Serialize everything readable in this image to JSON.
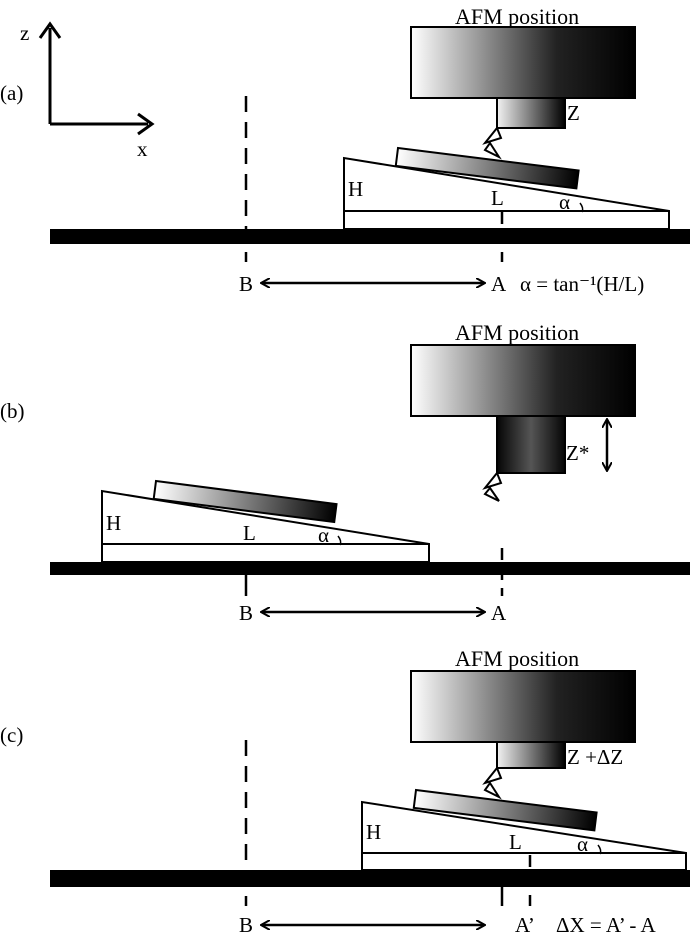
{
  "axes": {
    "z_label": "z",
    "x_label": "x"
  },
  "panel_a": {
    "tag": "(a)",
    "afm_title": "AFM position",
    "z_label": "Z",
    "h_label": "H",
    "l_label": "L",
    "alpha_label": "α",
    "b_label": "B",
    "a_label": "A",
    "equation": "α = tan⁻¹(H/L)"
  },
  "panel_b": {
    "tag": "(b)",
    "afm_title": "AFM position",
    "z_label": "Z*",
    "h_label": "H",
    "l_label": "L",
    "alpha_label": "α",
    "b_label": "B",
    "a_label": "A"
  },
  "panel_c": {
    "tag": "(c)",
    "afm_title": "AFM position",
    "z_label": "Z +ΔZ",
    "h_label": "H",
    "l_label": "L",
    "alpha_label": "α",
    "b_label": "B",
    "a_prime_label": "A’",
    "equation": "ΔX = A’ - A"
  }
}
